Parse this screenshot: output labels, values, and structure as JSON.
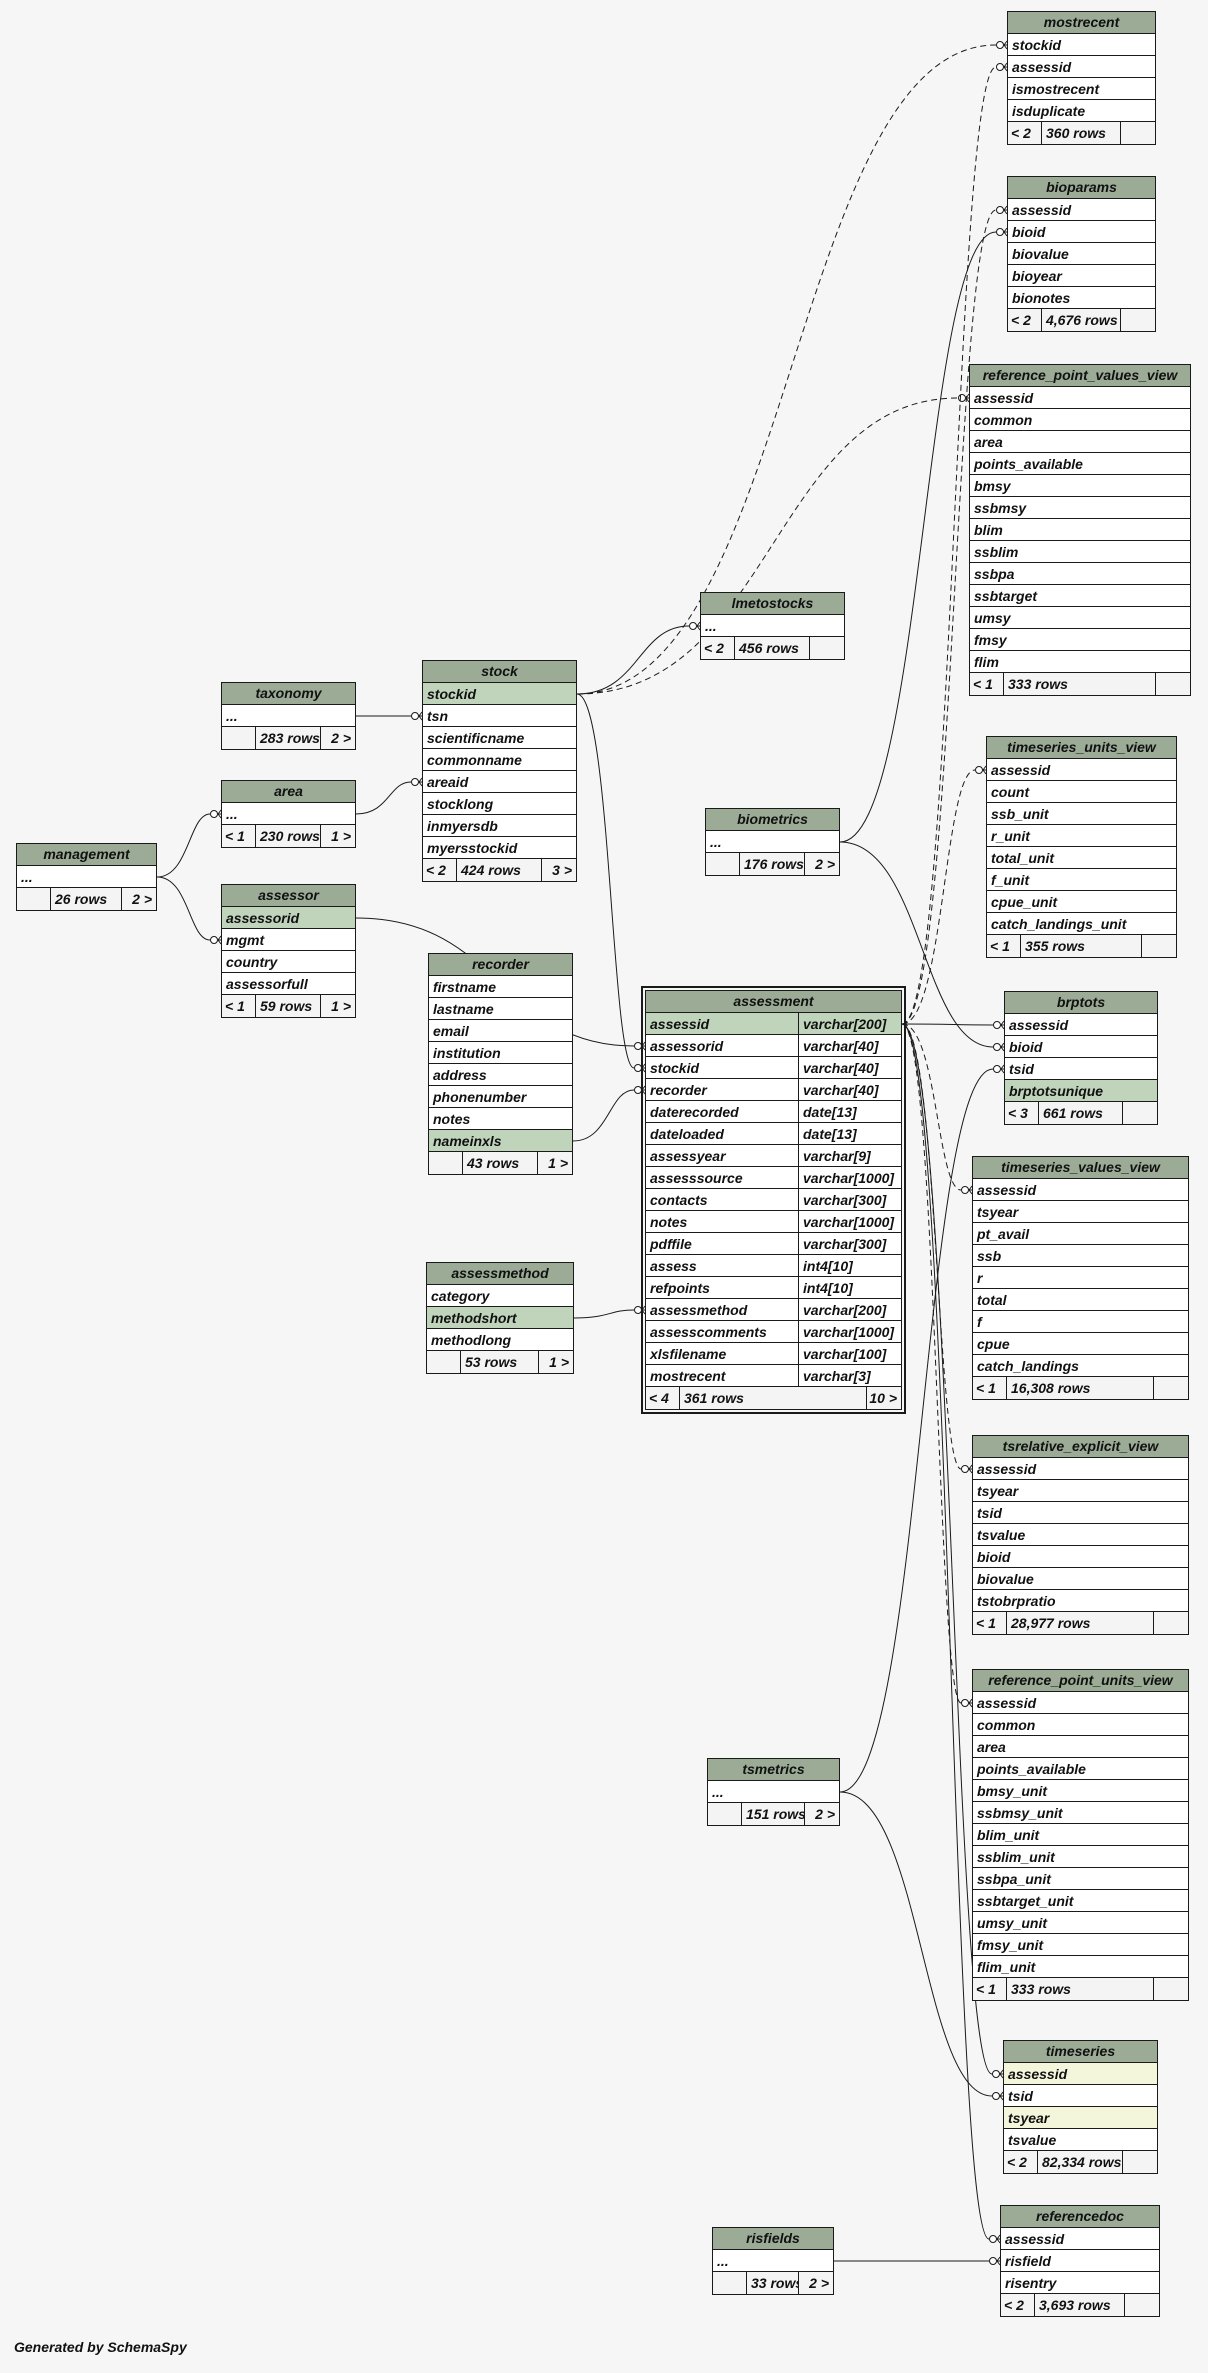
{
  "diagram": {
    "footer": "Generated by SchemaSpy",
    "tables": [
      {
        "id": "mostrecent",
        "name": "mostrecent",
        "rows": [
          {
            "name": "stockid"
          },
          {
            "name": "assessid"
          },
          {
            "name": "ismostrecent"
          },
          {
            "name": "isduplicate"
          }
        ],
        "footer": {
          "left": "< 2",
          "count": "360 rows",
          "right": ""
        }
      },
      {
        "id": "bioparams",
        "name": "bioparams",
        "rows": [
          {
            "name": "assessid"
          },
          {
            "name": "bioid"
          },
          {
            "name": "biovalue"
          },
          {
            "name": "bioyear"
          },
          {
            "name": "bionotes"
          }
        ],
        "footer": {
          "left": "< 2",
          "count": "4,676 rows",
          "right": ""
        }
      },
      {
        "id": "rpvv",
        "name": "reference_point_values_view",
        "rows": [
          {
            "name": "assessid"
          },
          {
            "name": "common"
          },
          {
            "name": "area"
          },
          {
            "name": "points_available"
          },
          {
            "name": "bmsy"
          },
          {
            "name": "ssbmsy"
          },
          {
            "name": "blim"
          },
          {
            "name": "ssblim"
          },
          {
            "name": "ssbpa"
          },
          {
            "name": "ssbtarget"
          },
          {
            "name": "umsy"
          },
          {
            "name": "fmsy"
          },
          {
            "name": "flim"
          }
        ],
        "footer": {
          "left": "< 1",
          "count": "333 rows",
          "right": ""
        }
      },
      {
        "id": "lmetostocks",
        "name": "lmetostocks",
        "rows": [
          {
            "name": "..."
          }
        ],
        "footer": {
          "left": "< 2",
          "count": "456 rows",
          "right": ""
        }
      },
      {
        "id": "taxonomy",
        "name": "taxonomy",
        "rows": [
          {
            "name": "..."
          }
        ],
        "footer": {
          "left": "",
          "count": "283 rows",
          "right": "2 >"
        }
      },
      {
        "id": "stock",
        "name": "stock",
        "rows": [
          {
            "name": "stockid",
            "pk": true
          },
          {
            "name": "tsn"
          },
          {
            "name": "scientificname"
          },
          {
            "name": "commonname"
          },
          {
            "name": "areaid"
          },
          {
            "name": "stocklong"
          },
          {
            "name": "inmyersdb"
          },
          {
            "name": "myersstockid"
          }
        ],
        "footer": {
          "left": "< 2",
          "count": "424 rows",
          "right": "3 >"
        }
      },
      {
        "id": "tuv",
        "name": "timeseries_units_view",
        "rows": [
          {
            "name": "assessid"
          },
          {
            "name": "count"
          },
          {
            "name": "ssb_unit"
          },
          {
            "name": "r_unit"
          },
          {
            "name": "total_unit"
          },
          {
            "name": "f_unit"
          },
          {
            "name": "cpue_unit"
          },
          {
            "name": "catch_landings_unit"
          }
        ],
        "footer": {
          "left": "< 1",
          "count": "355 rows",
          "right": ""
        }
      },
      {
        "id": "area",
        "name": "area",
        "rows": [
          {
            "name": "..."
          }
        ],
        "footer": {
          "left": "< 1",
          "count": "230 rows",
          "right": "1 >"
        }
      },
      {
        "id": "biometrics",
        "name": "biometrics",
        "rows": [
          {
            "name": "..."
          }
        ],
        "footer": {
          "left": "",
          "count": "176 rows",
          "right": "2 >"
        }
      },
      {
        "id": "management",
        "name": "management",
        "rows": [
          {
            "name": "..."
          }
        ],
        "footer": {
          "left": "",
          "count": "26 rows",
          "right": "2 >"
        }
      },
      {
        "id": "assessor",
        "name": "assessor",
        "rows": [
          {
            "name": "assessorid",
            "pk": true
          },
          {
            "name": "mgmt"
          },
          {
            "name": "country"
          },
          {
            "name": "assessorfull"
          }
        ],
        "footer": {
          "left": "< 1",
          "count": "59 rows",
          "right": "1 >"
        }
      },
      {
        "id": "recorder",
        "name": "recorder",
        "rows": [
          {
            "name": "firstname"
          },
          {
            "name": "lastname"
          },
          {
            "name": "email"
          },
          {
            "name": "institution"
          },
          {
            "name": "address"
          },
          {
            "name": "phonenumber"
          },
          {
            "name": "notes"
          },
          {
            "name": "nameinxls",
            "pk": true
          }
        ],
        "footer": {
          "left": "",
          "count": "43 rows",
          "right": "1 >"
        }
      },
      {
        "id": "assessment",
        "name": "assessment",
        "main": true,
        "rows": [
          {
            "name": "assessid",
            "type": "varchar[200]",
            "pk": true
          },
          {
            "name": "assessorid",
            "type": "varchar[40]"
          },
          {
            "name": "stockid",
            "type": "varchar[40]"
          },
          {
            "name": "recorder",
            "type": "varchar[40]"
          },
          {
            "name": "daterecorded",
            "type": "date[13]"
          },
          {
            "name": "dateloaded",
            "type": "date[13]"
          },
          {
            "name": "assessyear",
            "type": "varchar[9]"
          },
          {
            "name": "assesssource",
            "type": "varchar[1000]"
          },
          {
            "name": "contacts",
            "type": "varchar[300]"
          },
          {
            "name": "notes",
            "type": "varchar[1000]"
          },
          {
            "name": "pdffile",
            "type": "varchar[300]"
          },
          {
            "name": "assess",
            "type": "int4[10]"
          },
          {
            "name": "refpoints",
            "type": "int4[10]"
          },
          {
            "name": "assessmethod",
            "type": "varchar[200]"
          },
          {
            "name": "assesscomments",
            "type": "varchar[1000]"
          },
          {
            "name": "xlsfilename",
            "type": "varchar[100]"
          },
          {
            "name": "mostrecent",
            "type": "varchar[3]"
          }
        ],
        "footer": {
          "left": "< 4",
          "count": "361 rows",
          "right": "10 >"
        }
      },
      {
        "id": "brptots",
        "name": "brptots",
        "rows": [
          {
            "name": "assessid"
          },
          {
            "name": "bioid"
          },
          {
            "name": "tsid"
          },
          {
            "name": "brptotsunique",
            "pk": true
          }
        ],
        "footer": {
          "left": "< 3",
          "count": "661 rows",
          "right": ""
        }
      },
      {
        "id": "tvv",
        "name": "timeseries_values_view",
        "rows": [
          {
            "name": "assessid"
          },
          {
            "name": "tsyear"
          },
          {
            "name": "pt_avail"
          },
          {
            "name": "ssb"
          },
          {
            "name": "r"
          },
          {
            "name": "total"
          },
          {
            "name": "f"
          },
          {
            "name": "cpue"
          },
          {
            "name": "catch_landings"
          }
        ],
        "footer": {
          "left": "< 1",
          "count": "16,308 rows",
          "right": ""
        }
      },
      {
        "id": "assessmethod",
        "name": "assessmethod",
        "rows": [
          {
            "name": "category"
          },
          {
            "name": "methodshort",
            "pk": true
          },
          {
            "name": "methodlong"
          }
        ],
        "footer": {
          "left": "",
          "count": "53 rows",
          "right": "1 >"
        }
      },
      {
        "id": "tsrev",
        "name": "tsrelative_explicit_view",
        "rows": [
          {
            "name": "assessid"
          },
          {
            "name": "tsyear"
          },
          {
            "name": "tsid"
          },
          {
            "name": "tsvalue"
          },
          {
            "name": "bioid"
          },
          {
            "name": "biovalue"
          },
          {
            "name": "tstobrpratio"
          }
        ],
        "footer": {
          "left": "< 1",
          "count": "28,977 rows",
          "right": ""
        }
      },
      {
        "id": "rpuv",
        "name": "reference_point_units_view",
        "rows": [
          {
            "name": "assessid"
          },
          {
            "name": "common"
          },
          {
            "name": "area"
          },
          {
            "name": "points_available"
          },
          {
            "name": "bmsy_unit"
          },
          {
            "name": "ssbmsy_unit"
          },
          {
            "name": "blim_unit"
          },
          {
            "name": "ssblim_unit"
          },
          {
            "name": "ssbpa_unit"
          },
          {
            "name": "ssbtarget_unit"
          },
          {
            "name": "umsy_unit"
          },
          {
            "name": "fmsy_unit"
          },
          {
            "name": "flim_unit"
          }
        ],
        "footer": {
          "left": "< 1",
          "count": "333 rows",
          "right": ""
        }
      },
      {
        "id": "tsmetrics",
        "name": "tsmetrics",
        "rows": [
          {
            "name": "..."
          }
        ],
        "footer": {
          "left": "",
          "count": "151 rows",
          "right": "2 >"
        }
      },
      {
        "id": "timeseries",
        "name": "timeseries",
        "rows": [
          {
            "name": "assessid",
            "idx": true
          },
          {
            "name": "tsid"
          },
          {
            "name": "tsyear",
            "idx": true
          },
          {
            "name": "tsvalue"
          }
        ],
        "footer": {
          "left": "< 2",
          "count": "82,334 rows",
          "right": ""
        }
      },
      {
        "id": "risfields",
        "name": "risfields",
        "rows": [
          {
            "name": "..."
          }
        ],
        "footer": {
          "left": "",
          "count": "33 rows",
          "right": "2 >"
        }
      },
      {
        "id": "referencedoc",
        "name": "referencedoc",
        "rows": [
          {
            "name": "assessid"
          },
          {
            "name": "risfield"
          },
          {
            "name": "risentry"
          }
        ],
        "footer": {
          "left": "< 2",
          "count": "3,693 rows",
          "right": ""
        }
      }
    ]
  }
}
